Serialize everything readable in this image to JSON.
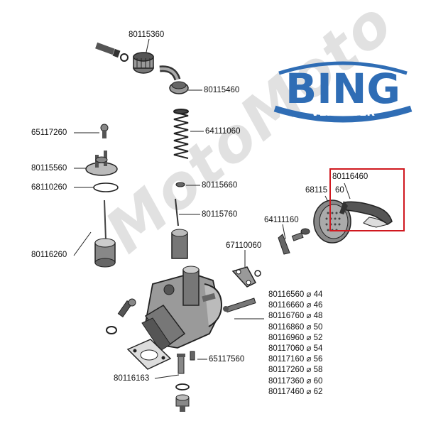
{
  "logo": {
    "brand": "BING",
    "sub": "VERGASER",
    "color": "#2f6db5"
  },
  "watermark": "MotoMoto",
  "highlight_color": "#d0181f",
  "labels": {
    "p80115360": "80115360",
    "p80115460": "80115460",
    "p64111060": "64111060",
    "p65117260": "65117260",
    "p80115560": "80115560",
    "p68110260": "68110260",
    "p80115660": "80115660",
    "p80115760": "80115760",
    "p80116260": "80116260",
    "p64111160": "64111160",
    "p67110060": "67110060",
    "p80116460": "80116460",
    "p68115_a": "68115",
    "p68115_b": "60",
    "p65117560": "65117560",
    "p80116163": "80116163"
  },
  "size_list": [
    "80116560 ⌀ 44",
    "80116660 ⌀ 46",
    "80116760 ⌀ 48",
    "80116860 ⌀ 50",
    "80116960 ⌀ 52",
    "80117060 ⌀ 54",
    "80117160 ⌀ 56",
    "80117260 ⌀ 58",
    "80117360 ⌀ 60",
    "80117460 ⌀ 62"
  ]
}
